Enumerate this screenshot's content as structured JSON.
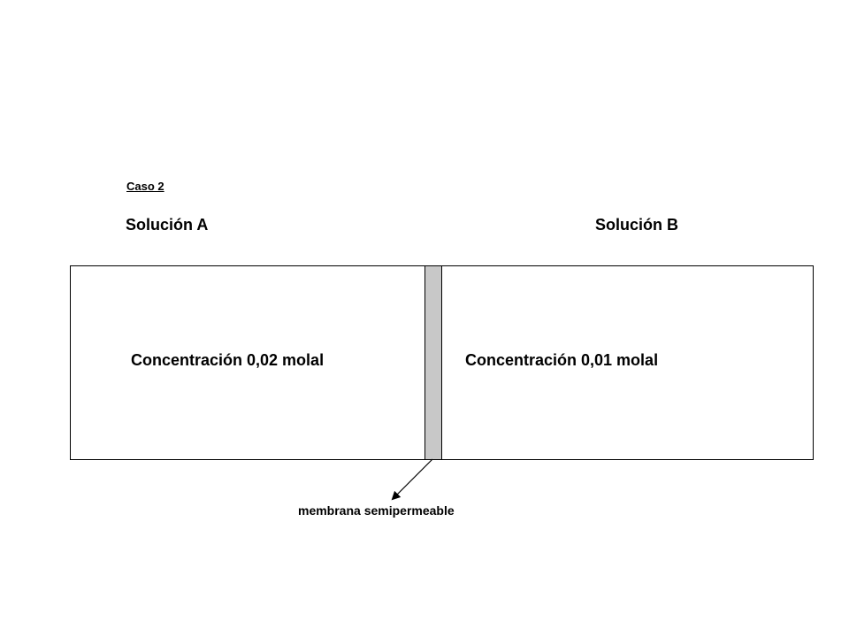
{
  "case_label": "Caso 2",
  "solution_a": {
    "title": "Solución A",
    "concentration": "Concentración 0,02 molal"
  },
  "solution_b": {
    "title": "Solución B",
    "concentration": "Concentración 0,01 molal"
  },
  "membrane": {
    "label": "membrana semipermeable",
    "fill_color": "#c8c8c8"
  }
}
